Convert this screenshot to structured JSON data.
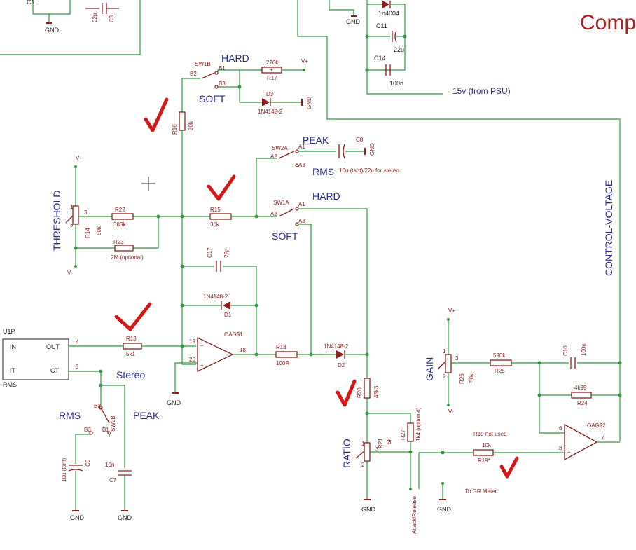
{
  "title": "Comp",
  "labels": {
    "hard_top": "HARD",
    "soft_top": "SOFT",
    "peak_mid": "PEAK",
    "rms_mid": "RMS",
    "hard_mid": "HARD",
    "soft_mid": "SOFT",
    "threshold": "THRESHOLD",
    "gain": "GAIN",
    "ratio": "RATIO",
    "control_voltage": "CONTROL-VOLTAGE",
    "stereo": "Stereo",
    "rms_low": "RMS",
    "peak_low": "PEAK",
    "psu": "15v (from PSU)",
    "tant_note": "10u (tant)/22u for stereo",
    "r19_note": "R19 not used",
    "gr_meter": "To GR Meter",
    "attack_release": "Attack/Release",
    "v_plus": "V+",
    "v_minus": "V-",
    "gnd": "GND"
  },
  "parts": {
    "c1": "C1",
    "c3": "C3",
    "c3v": "22p",
    "d_top": "1n4004",
    "c11": "C11",
    "c11v": "22u",
    "c14": "C14",
    "c14v": "100n",
    "sw1b": "SW1B",
    "b2": "B2",
    "b1": "B1",
    "b3": "B3",
    "r17": "R17",
    "r17v": "220k",
    "d3": "D3",
    "d3v": "1N4148-2",
    "r16": "R16",
    "r16v": "30k",
    "sw2a": "SW2A",
    "a2": "A2",
    "a1": "A1",
    "a3": "A3",
    "c8": "C8",
    "sw1a": "SW1A",
    "r14": "R14",
    "r14v": "50k",
    "r22": "R22",
    "r22v": "383k",
    "r23": "R23",
    "r23v": "2M (optional)",
    "r15": "R15",
    "r15v": "30k",
    "c17": "C17",
    "c17v": "22p",
    "d1": "D1",
    "d1v": "1N4148-2",
    "u1p": "U1P",
    "rms": "RMS",
    "in": "IN",
    "out": "OUT",
    "it": "IT",
    "ct": "CT",
    "pin4": "4",
    "pin5": "5",
    "r13": "R13",
    "r13v": "5k1",
    "oag1": "OAG$1",
    "p19": "19",
    "p20": "20",
    "p18": "18",
    "r18": "R18",
    "r18v": "100R",
    "d2": "D2",
    "d2v": "1N4148-2",
    "r20": "R20",
    "r20v": "45k3",
    "r21": "R21",
    "r21v": "5k",
    "r27": "R27",
    "r27v": "1k4 (optional)",
    "sw2b": "SW2B",
    "c9": "C9",
    "c9v": "10u (tant)",
    "c7": "C7",
    "c7v": "10n",
    "r26": "R26",
    "r26v": "50k",
    "r25": "R25",
    "r25v": "590k",
    "c10": "C10",
    "c10v": "100n",
    "r24": "R24",
    "r24v": "4k99",
    "oag2": "OAG$2",
    "p6": "6",
    "p8": "8",
    "p7": "7",
    "r19": "R19*",
    "r19v": "10k",
    "one": "1",
    "two": "2",
    "three": "3"
  }
}
